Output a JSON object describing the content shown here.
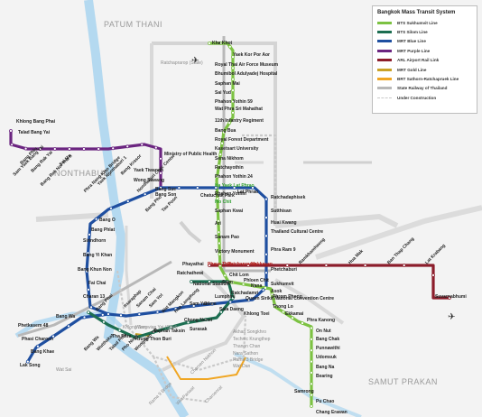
{
  "map": {
    "regions": {
      "patum_thani": "PATUM THANI",
      "nonthaburi": "NONTHABURI",
      "samut_prakan": "SAMUT PRAKAN"
    },
    "legend": {
      "title": "Bangkok Mass Transit System",
      "items": [
        {
          "label": "BTS Sukhumvit Line",
          "color": "#7cc242"
        },
        {
          "label": "BTS Silom Line",
          "color": "#1c6e51"
        },
        {
          "label": "MRT Blue Line",
          "color": "#1f4fa0"
        },
        {
          "label": "MRT Purple Line",
          "color": "#6b2580"
        },
        {
          "label": "ARL Airport Rail Link",
          "color": "#8c1d2b"
        },
        {
          "label": "MRT Gold Line",
          "color": "#c9a227"
        },
        {
          "label": "BRT Sathorn-Ratchapruek Line",
          "color": "#f0a623"
        },
        {
          "label": "State Railway of Thailand",
          "color": "#b8b8b8"
        },
        {
          "label": "Under Construction",
          "color": "#c9c9c9"
        }
      ]
    },
    "sukhumvit_north": [
      "Kha Khot",
      "Yaek Kor Por Aor",
      "Royal Thai Air Force Museum",
      "Bhumibol Adulyadej Hospital",
      "Saphan Mai",
      "Sai Yud",
      "Phahon Yothin 59",
      "Wat Phra Sri Mahathat",
      "11th Infantry Regiment",
      "Bang Bua",
      "Royal Forest Department",
      "Kasetsart University",
      "Sena Nikhom",
      "Ratchayothin",
      "Phahon Yothin 24",
      "Ha Yaek Lat Phrao",
      "Phahon Yothin",
      "Mo Chit",
      "Saphan Kwai",
      "Ari",
      "Sanam Pao",
      "Victory Monument",
      "Phayathai",
      "Ratchathewi"
    ],
    "sukhumvit_south": [
      "Chit Lom",
      "Phloen Chit",
      "Nana",
      "Asok",
      "Phrom Phong",
      "Thong Lo",
      "Ekkamai",
      "Phra Kanong",
      "On Nut",
      "Bang Chak",
      "Punnawithi",
      "Udomsuk",
      "Bang Na",
      "Bearing",
      "Samrong",
      "Pu Chao",
      "Chang Erawan"
    ],
    "blue_ring_east": [
      "Bang Sue",
      "Chatuchak Park",
      "Lat Phrao",
      "Ratchadaphisek",
      "Sutthisan",
      "Huai Kwang",
      "Thailand Cultural Centre",
      "Phra Ram 9",
      "Phetchaburi",
      "Sukhumvit",
      "Queen Sirikit National Convention Centre",
      "Khlong Toei",
      "Lumphini",
      "Silom",
      "Sam Yan",
      "Hua Lamphong",
      "Wat Mangkon",
      "Sam Yot",
      "Sanam Chai",
      "Itsaraphap"
    ],
    "blue_ring_west": [
      "Tao Poon",
      "Bang Pho",
      "Bang O",
      "Bang Phlat",
      "Sirindhorn",
      "Bang Yi Khan",
      "Bang Khun Non",
      "Fai Chai",
      "Charan 13",
      "Tha Phra",
      "Bang Phai",
      "Bang Wa",
      "Phetkasem 48",
      "Phasi Charoen",
      "Bang Khae",
      "Lak Song"
    ],
    "purple": [
      "Khlong Bang Phai",
      "Talad Bang Yai",
      "Sam Yaek Bang Yai",
      "Bang Phlu",
      "Bang Rak Yai",
      "Bang Rak Noi Tha It",
      "Sai Ma",
      "Phra Nang Klao Bridge",
      "Yaek Nonthaburi 1",
      "Bang Krasor",
      "Nonthaburi Civic Center",
      "Ministry of Public Health",
      "Yaek Tiwanon",
      "Wong Sawang",
      "Bang Son"
    ],
    "airport_link": [
      "Phaya Thai",
      "Ratchaprarop",
      "Makkasan",
      "Ramkhamhaeng",
      "Hua Mak",
      "Ban Thap Chang",
      "Lat Krabang",
      "Suvarnabhumi"
    ],
    "silom": [
      "National Stadium",
      "Siam",
      "Ratchadamri",
      "Sala Daeng",
      "Chong Nonsi",
      "Surasak",
      "Saphan Taksin",
      "Krung Thon Buri",
      "Wongwian Yai",
      "Pho Nimit",
      "Talad Phlu",
      "Wutthakat",
      "Bang Wa"
    ],
    "other": [
      "Wat Sai",
      "Rama 9 Bridge",
      "Thanon Chan",
      "Technic Krungthep",
      "Akhan Songkhro",
      "Nara Sathon",
      "Wat Dan",
      "Wat Pariwat",
      "Rama 3 Bridge",
      "Charoenrat",
      "Wongwian Yai (Gold)",
      "Charoen Nakhon",
      "Khlong San",
      "Ratchaprarop (State)"
    ]
  }
}
